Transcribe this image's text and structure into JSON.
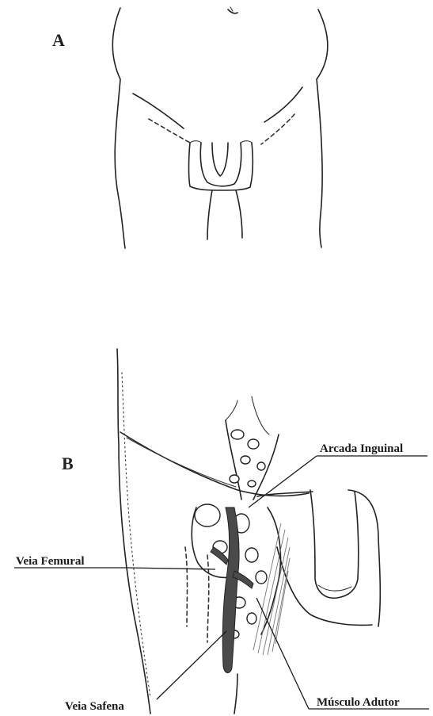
{
  "panels": {
    "a": {
      "letter": "A"
    },
    "b": {
      "letter": "B"
    }
  },
  "labels": {
    "arcada_inguinal": "Arcada Inguinal",
    "veia_femural": "Veia Femural",
    "veia_safena": "Veia Safena",
    "musculo_adutor": "Músculo Adutor"
  }
}
